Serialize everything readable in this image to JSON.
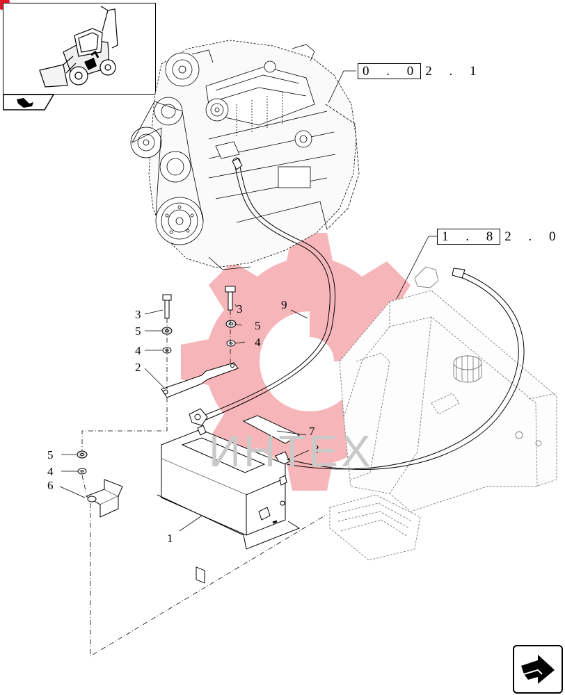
{
  "references": [
    {
      "id": "ref-engine",
      "boxed": "0 . 0",
      "rest": "2 . 1"
    },
    {
      "id": "ref-tank",
      "boxed": "1 . 8",
      "rest": "2 . 0"
    }
  ],
  "callouts": [
    {
      "id": "c3a",
      "label": "3"
    },
    {
      "id": "c5a",
      "label": "5"
    },
    {
      "id": "c4a",
      "label": "4"
    },
    {
      "id": "c2",
      "label": "2"
    },
    {
      "id": "c3b",
      "label": "3"
    },
    {
      "id": "c5b",
      "label": "5"
    },
    {
      "id": "c4b",
      "label": "4"
    },
    {
      "id": "c9",
      "label": "9"
    },
    {
      "id": "c7",
      "label": "7"
    },
    {
      "id": "c8",
      "label": "8"
    },
    {
      "id": "c5c",
      "label": "5"
    },
    {
      "id": "c4c",
      "label": "4"
    },
    {
      "id": "c6",
      "label": "6"
    },
    {
      "id": "c1",
      "label": "1"
    }
  ],
  "watermark": {
    "text": "ИНТЕХ",
    "color": "#e8333a"
  },
  "colors": {
    "line": "#000000",
    "faint": "#9a9a9a",
    "accent": "#e6172d"
  },
  "icons": {
    "thumbnail": "backhoe-loader-icon",
    "nav": "next-page-arrow-icon",
    "tab": "arrow-tab-icon"
  }
}
